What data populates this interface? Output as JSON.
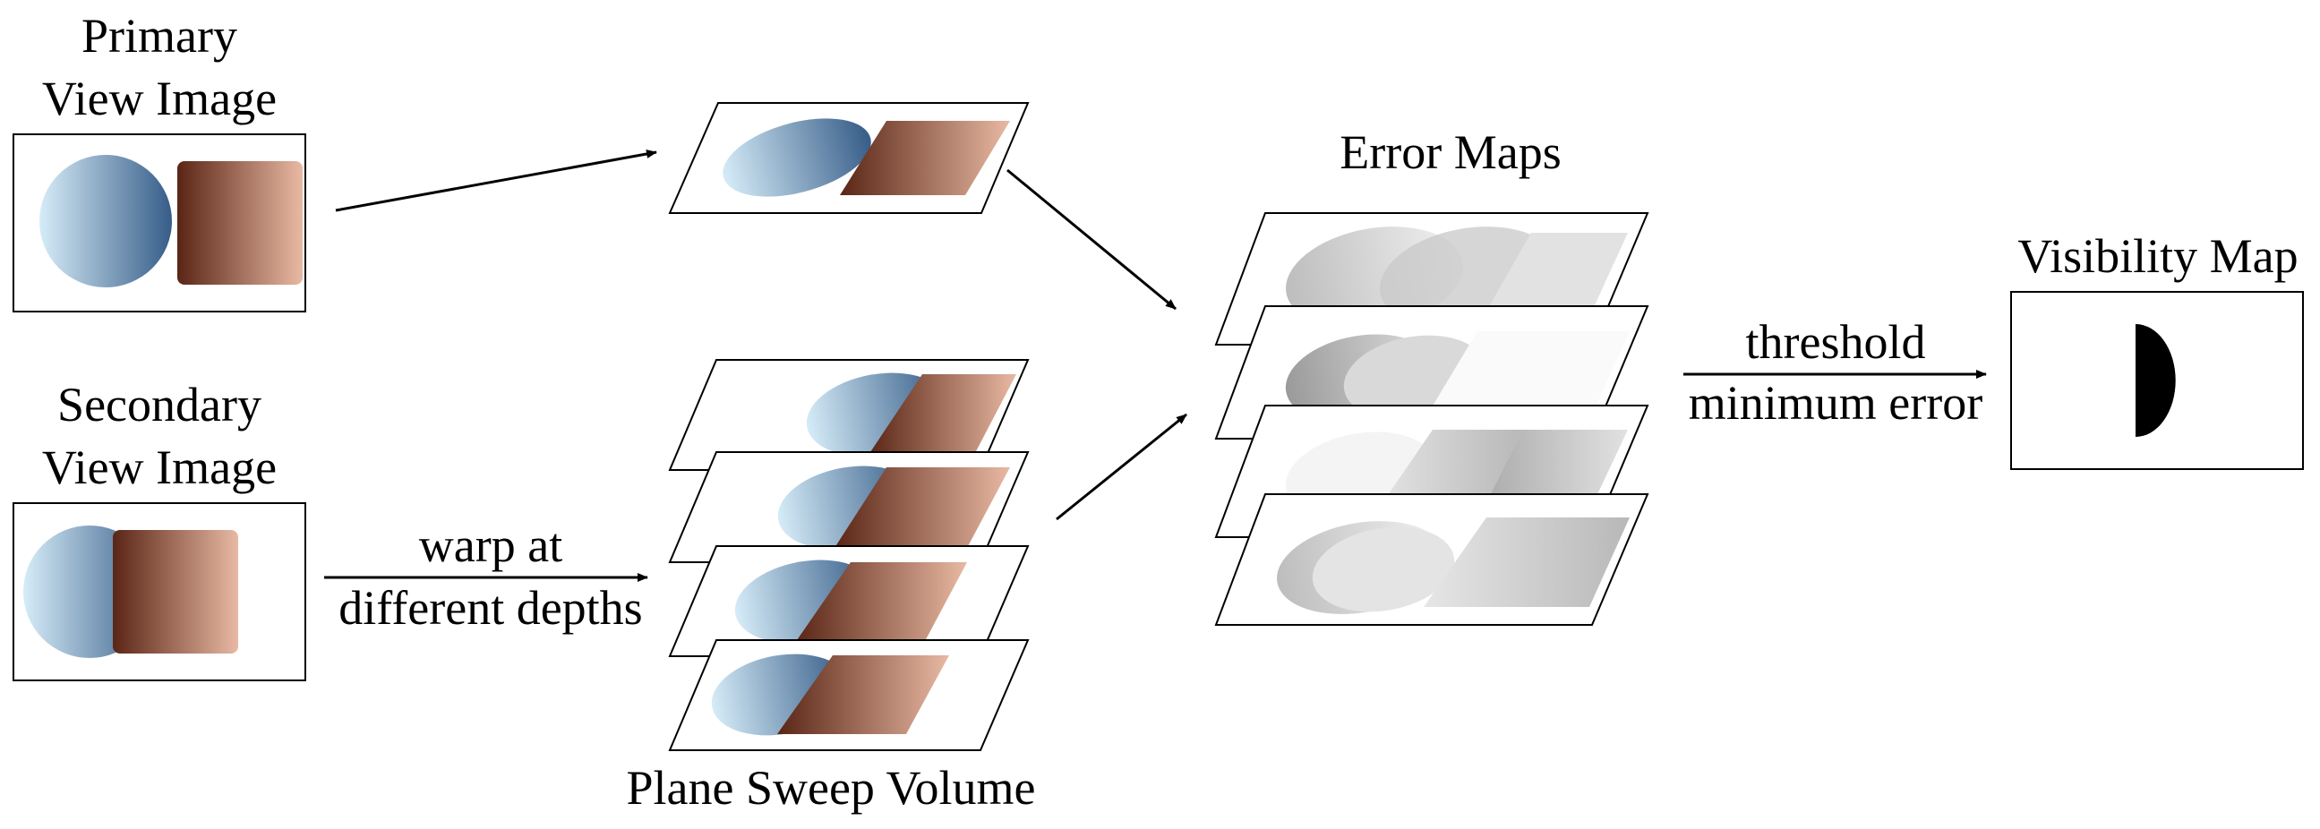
{
  "labels": {
    "primary_line1": "Primary",
    "primary_line2": "View Image",
    "secondary_line1": "Secondary",
    "secondary_line2": "View Image",
    "warp_line1": "warp at",
    "warp_line2": "different depths",
    "plane_sweep": "Plane Sweep Volume",
    "error_maps": "Error Maps",
    "threshold_line1": "threshold",
    "threshold_line2": "minimum error",
    "visibility_map": "Visibility Map"
  },
  "colors": {
    "blue_light": "#d6ecf8",
    "blue_dark": "#365d88",
    "brown_dark": "#5a2515",
    "brown_light": "#e8b9a3",
    "stroke": "#000000"
  }
}
